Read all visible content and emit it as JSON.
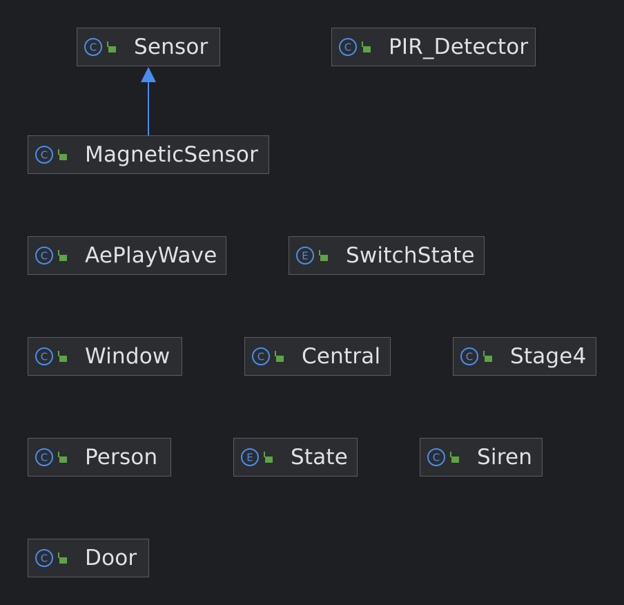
{
  "diagram": {
    "colors": {
      "background": "#1e1f22",
      "node_fill": "#2b2d30",
      "node_border": "#5a5d63",
      "text": "#dfe1e5",
      "kind_icon": "#4a8df0",
      "visibility_icon": "#5fa347",
      "edge": "#4a8df0"
    },
    "nodes": {
      "sensor": {
        "label": "Sensor",
        "kind": "C",
        "kind_icon": "class-icon",
        "visibility_icon": "public-lock-icon"
      },
      "pir_detector": {
        "label": "PIR_Detector",
        "kind": "C",
        "kind_icon": "class-icon",
        "visibility_icon": "public-lock-icon"
      },
      "magnetic_sensor": {
        "label": "MagneticSensor",
        "kind": "C",
        "kind_icon": "class-icon",
        "visibility_icon": "public-lock-icon"
      },
      "ae_play_wave": {
        "label": "AePlayWave",
        "kind": "C",
        "kind_icon": "class-icon",
        "visibility_icon": "public-lock-icon"
      },
      "switch_state": {
        "label": "SwitchState",
        "kind": "E",
        "kind_icon": "enum-icon",
        "visibility_icon": "public-lock-icon"
      },
      "window": {
        "label": "Window",
        "kind": "C",
        "kind_icon": "class-icon",
        "visibility_icon": "public-lock-icon"
      },
      "central": {
        "label": "Central",
        "kind": "C",
        "kind_icon": "class-icon",
        "visibility_icon": "public-lock-icon"
      },
      "stage4": {
        "label": "Stage4",
        "kind": "C",
        "kind_icon": "class-icon",
        "visibility_icon": "public-lock-icon"
      },
      "person": {
        "label": "Person",
        "kind": "C",
        "kind_icon": "class-icon",
        "visibility_icon": "public-lock-icon"
      },
      "state": {
        "label": "State",
        "kind": "E",
        "kind_icon": "enum-icon",
        "visibility_icon": "public-lock-icon"
      },
      "siren": {
        "label": "Siren",
        "kind": "C",
        "kind_icon": "class-icon",
        "visibility_icon": "public-lock-icon"
      },
      "door": {
        "label": "Door",
        "kind": "C",
        "kind_icon": "class-icon",
        "visibility_icon": "public-lock-icon"
      }
    },
    "edges": [
      {
        "from": "magnetic_sensor",
        "to": "sensor",
        "type": "generalization",
        "arrow": "filled-triangle"
      }
    ]
  }
}
